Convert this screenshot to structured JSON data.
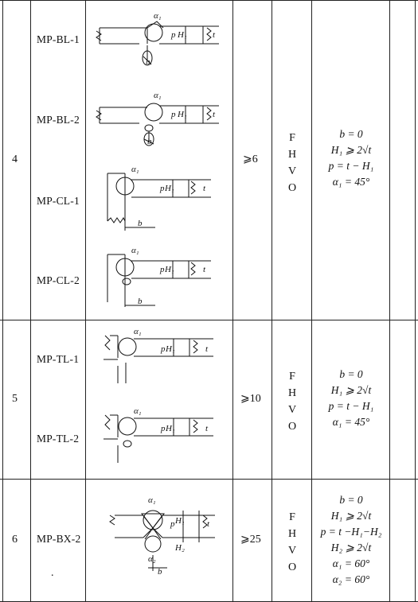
{
  "rows": [
    {
      "no": "4",
      "codes": [
        "MP-BL-1",
        "MP-BL-2",
        "MP-CL-1",
        "MP-CL-2"
      ],
      "thickness": "⩾6",
      "positions": [
        "F",
        "H",
        "V",
        "O"
      ],
      "conditions": [
        "b = 0",
        "H₁ ⩾ 2√t",
        "p = t − H₁",
        "α₁ = 45°"
      ]
    },
    {
      "no": "5",
      "codes": [
        "MP-TL-1",
        "MP-TL-2"
      ],
      "thickness": "⩾10",
      "positions": [
        "F",
        "H",
        "V",
        "O"
      ],
      "conditions": [
        "b = 0",
        "H₁ ⩾ 2√t",
        "p = t − H₁",
        "α₁ = 45°"
      ]
    },
    {
      "no": "6",
      "codes": [
        "MP-BX-2"
      ],
      "thickness": "⩾25",
      "positions": [
        "F",
        "H",
        "V",
        "O"
      ],
      "conditions": [
        "b = 0",
        "H₁ ⩾ 2√t",
        "p = t −H₁−H₂",
        "H₂ ⩾ 2√t",
        "α₁ = 60°",
        "α₂ = 60°"
      ],
      "note_mark": "."
    }
  ],
  "figure_labels": {
    "alpha1": "α₁",
    "alpha2": "α₂",
    "b": "b",
    "p": "p",
    "H1": "H₁",
    "H2": "H₂",
    "t": "t"
  }
}
